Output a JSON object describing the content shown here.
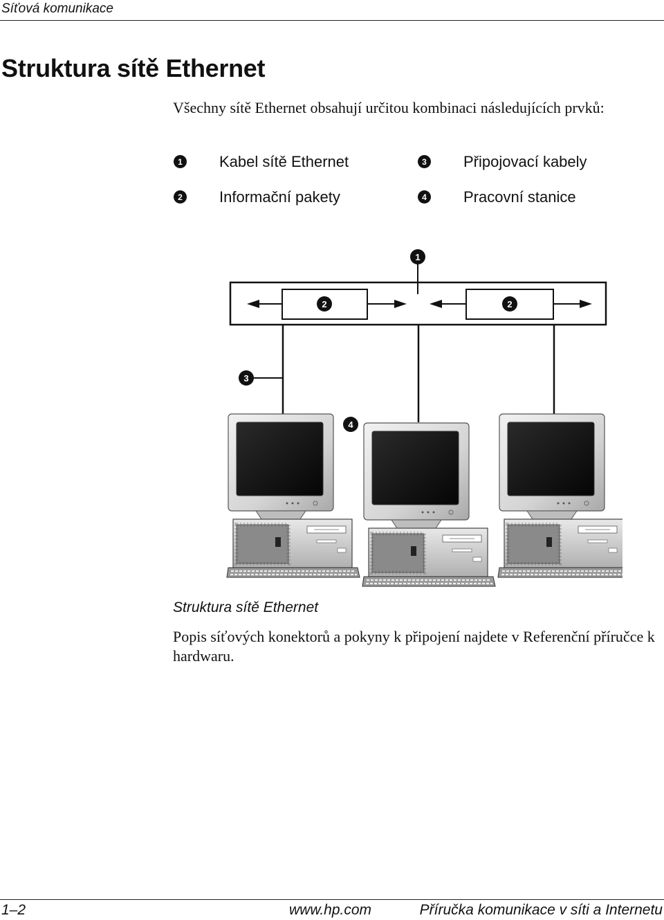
{
  "header": {
    "running_title": "Síťová komunikace"
  },
  "title": "Struktura sítě Ethernet",
  "intro": "Všechny sítě Ethernet obsahují určitou kombinaci následujících prvků:",
  "legend": [
    {
      "num": "1",
      "label": "Kabel sítě Ethernet"
    },
    {
      "num": "2",
      "label": "Informační pakety"
    },
    {
      "num": "3",
      "label": "Připojovací kabely"
    },
    {
      "num": "4",
      "label": "Pracovní stanice"
    }
  ],
  "diagram": {
    "callouts": {
      "c1": "1",
      "c2a": "2",
      "c2b": "2",
      "c3": "3",
      "c4": "4"
    }
  },
  "caption": "Struktura sítě Ethernet",
  "note": "Popis síťových konektorů a pokyny k připojení najdete v Referenční příručce k hardwaru.",
  "footer": {
    "page_number": "1–2",
    "url": "www.hp.com",
    "book_title": "Příručka komunikace v síti a Internetu"
  }
}
